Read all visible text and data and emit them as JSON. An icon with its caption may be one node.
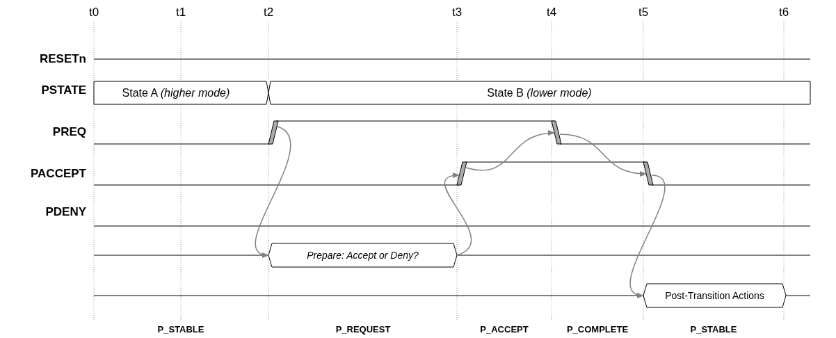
{
  "diagram": {
    "nodes": [
      {
        "text": [
          "State A *(higher mode)*"
        ]
      },
      {
        "text": [
          "State B *(lower mode)*"
        ]
      },
      {
        "text": [],
        "shape": "bar"
      },
      {
        "text": [],
        "shape": "bar"
      },
      {
        "text": [],
        "shape": "bar"
      },
      {
        "text": [],
        "shape": "bar"
      },
      {
        "text": [
          "Prepare: Accept or Deny?"
        ]
      },
      {
        "text": [
          "Post-Transition Actions"
        ]
      }
    ],
    "edges": [
      {
        "from": 2,
        "to": 6,
        "arrow": "to"
      },
      {
        "from": 6,
        "to": 4,
        "arrow": "to"
      },
      {
        "from": 4,
        "to": 3,
        "arrow": "to"
      },
      {
        "from": 3,
        "to": 5,
        "arrow": "to"
      },
      {
        "from": 5,
        "to": 7,
        "arrow": "to"
      }
    ],
    "labels": [
      "t0",
      "t1",
      "t2",
      "t3",
      "t4",
      "t5",
      "t6",
      "RESETn",
      "PSTATE",
      "PREQ",
      "PACCEPT",
      "PDENY",
      "P_STABLE",
      "P_REQUEST",
      "P_ACCEPT",
      "P_COMPLETE",
      "P_STABLE"
    ]
  }
}
